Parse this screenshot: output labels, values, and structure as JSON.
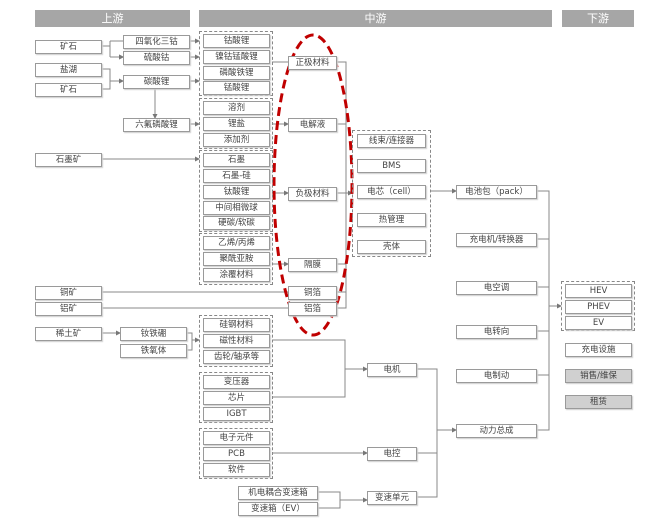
{
  "headers": {
    "upstream": "上游",
    "midstream": "中游",
    "downstream": "下游"
  },
  "upstream": {
    "ore1": "矿石",
    "salt_lake": "盐湖",
    "ore2": "矿石",
    "graphite_ore": "石墨矿",
    "copper_ore": "铜矿",
    "aluminum_ore": "铝矿",
    "rare_earth": "稀土矿",
    "cobalt_oxide": "四氧化三钴",
    "cobalt_sulfate": "硫酸钴",
    "lithium_carbonate": "碳酸锂",
    "lipf6": "六氟磷酸锂",
    "ndfeb": "钕铁硼",
    "ferrite": "铁氧体"
  },
  "cathode_group": [
    "钴酸锂",
    "镍钴锰酸锂",
    "磷酸铁锂",
    "锰酸锂"
  ],
  "electrolyte_group": [
    "溶剂",
    "锂盐",
    "添加剂"
  ],
  "anode_group": [
    "石墨",
    "石墨-硅",
    "钛酸锂",
    "中间相微球",
    "硬碳/软碳"
  ],
  "separator_group": [
    "乙烯/丙烯",
    "聚酰亚胺",
    "涂覆材料"
  ],
  "motor_mat_group": [
    "硅钢材料",
    "磁性材料",
    "齿轮/轴承等"
  ],
  "power_group": [
    "变压器",
    "芯片",
    "IGBT"
  ],
  "control_group": [
    "电子元件",
    "PCB",
    "软件"
  ],
  "gearbox": [
    "机电耦合变速箱",
    "变速箱（EV）"
  ],
  "materials": {
    "cathode": "正极材料",
    "electrolyte": "电解液",
    "anode": "负极材料",
    "separator": "隔膜",
    "copper_foil": "铜箔",
    "aluminum_foil": "铝箔"
  },
  "cell_group": [
    "线束/连接器",
    "BMS",
    "电芯（cell）",
    "热管理",
    "壳体"
  ],
  "components": {
    "motor": "电机",
    "controller": "电控",
    "transmission": "变速单元"
  },
  "systems": [
    "电池包（pack）",
    "充电机/转换器",
    "电空调",
    "电转向",
    "电制动",
    "动力总成"
  ],
  "vehicles": [
    "HEV",
    "PHEV",
    "EV"
  ],
  "downstream": {
    "charging": "充电设施",
    "sales": "销售/维保",
    "rental": "租赁"
  },
  "colors": {
    "highlight": "#c00000",
    "header": "#a6a6a6"
  }
}
